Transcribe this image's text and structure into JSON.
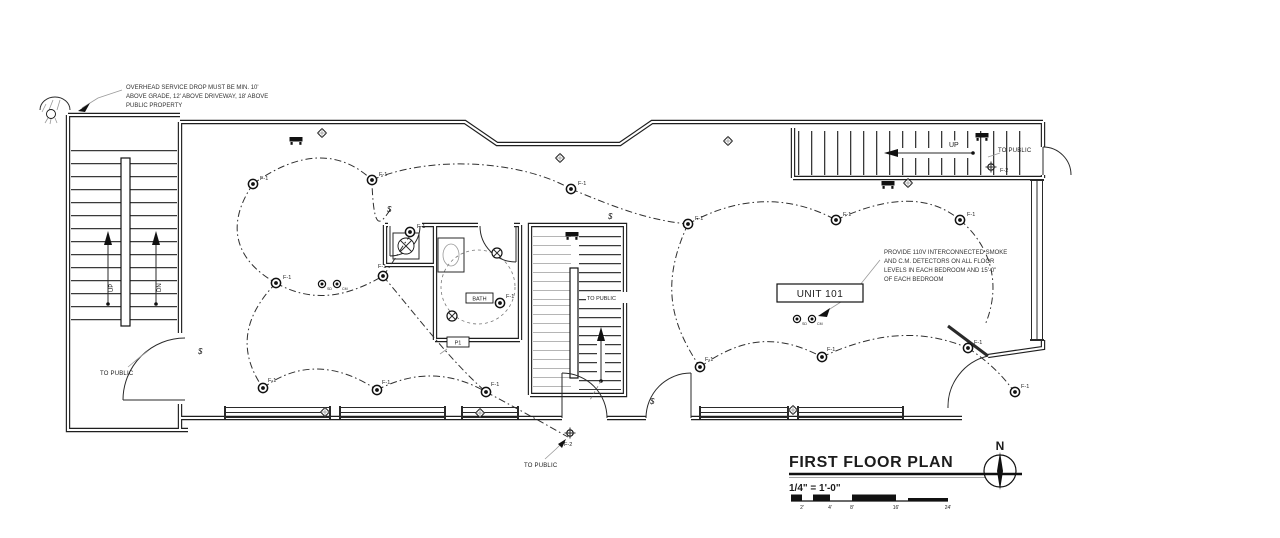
{
  "drawing": {
    "title": "FIRST FLOOR PLAN",
    "scale": "1/4\" = 1'-0\"",
    "north_label": "N",
    "scale_ticks": [
      "2'",
      "4'",
      "8'",
      "16'",
      "24'"
    ]
  },
  "unit": {
    "name": "UNIT 101"
  },
  "notes": {
    "service_drop": [
      "OVERHEAD SERVICE DROP MUST BE MIN. 10'",
      "ABOVE GRADE, 12' ABOVE DRIVEWAY, 18' ABOVE",
      "PUBLIC PROPERTY"
    ],
    "smoke_detectors": [
      "PROVIDE 110V INTERCONNECTED SMOKE",
      "AND C.M. DETECTORS ON ALL FLOOR",
      "LEVELS IN EACH BEDROOM AND 15'-0\"",
      "OF EACH BEDROOM"
    ]
  },
  "rooms": {
    "bath": "BATH",
    "panel_tag": "P1"
  },
  "circulation": {
    "up": "UP",
    "down": "DN",
    "to_public": "TO PUBLIC"
  },
  "fixtures": {
    "recessed_light": "F-1",
    "surface_light": "F-2",
    "switch": "$",
    "smoke_detector_sub": "SD",
    "co_detector_sub": "CM"
  }
}
